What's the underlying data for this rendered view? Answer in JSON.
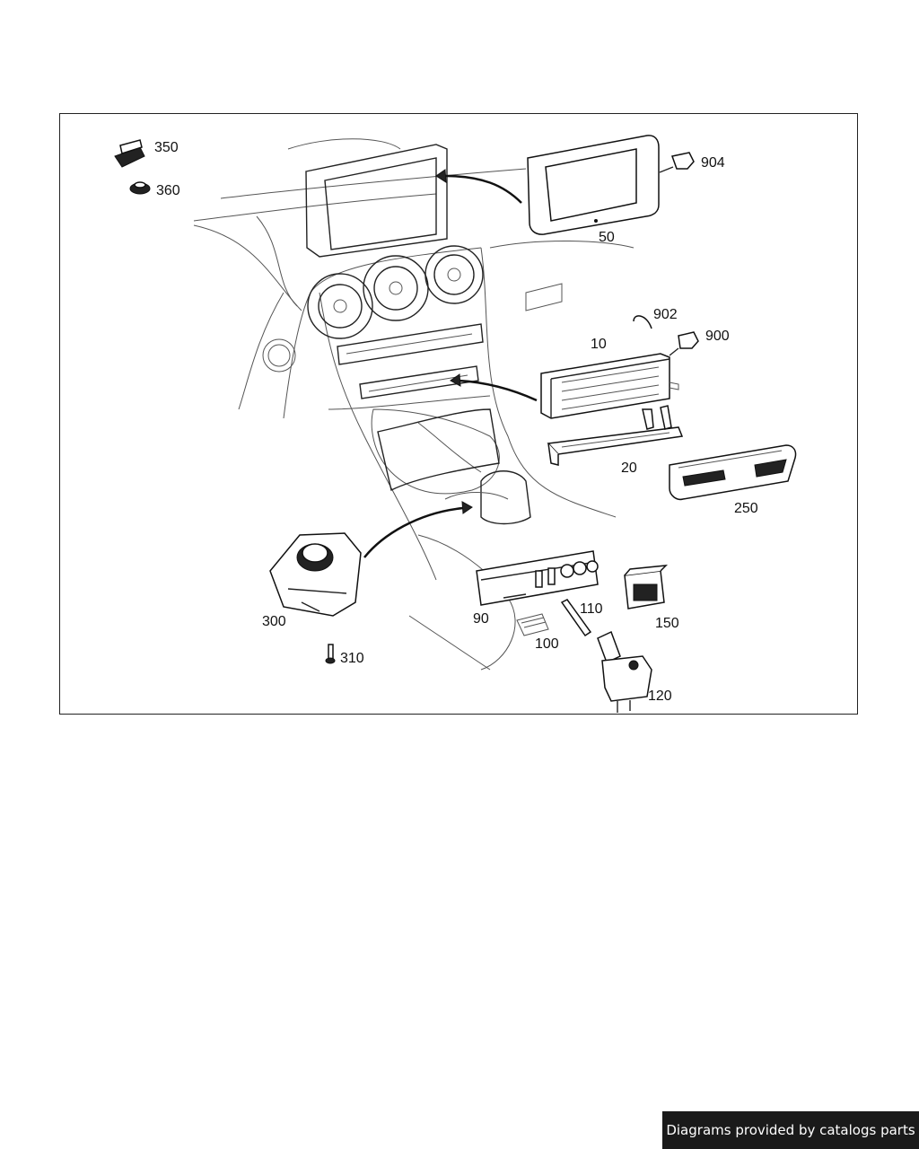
{
  "diagram": {
    "labels": {
      "p350": "350",
      "p360": "360",
      "p904": "904",
      "p50": "50",
      "p902": "902",
      "p900": "900",
      "p10": "10",
      "p20": "20",
      "p250": "250",
      "p300": "300",
      "p310": "310",
      "p90": "90",
      "p110": "110",
      "p100": "100",
      "p150": "150",
      "p120": "120"
    }
  },
  "footer": {
    "text": "Diagrams provided by catalogs parts"
  }
}
